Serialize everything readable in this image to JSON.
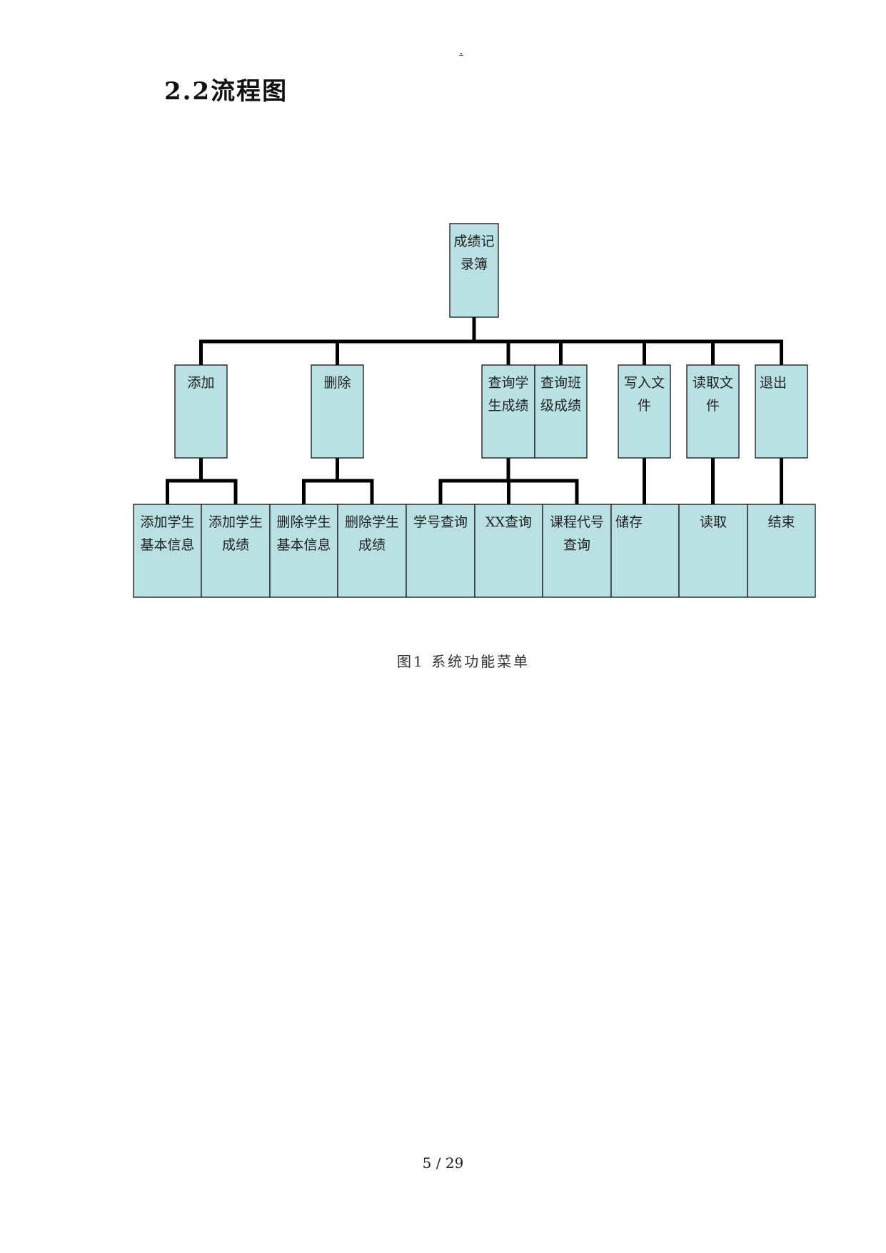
{
  "page": {
    "top_mark": ".",
    "heading": "2.2流程图",
    "caption": "图1 系统功能菜单",
    "page_number": "5 / 29"
  },
  "diagram": {
    "root": {
      "id": "root",
      "lines": [
        "成绩记",
        "录簿"
      ]
    },
    "level1": [
      {
        "id": "add",
        "lines": [
          "添加"
        ]
      },
      {
        "id": "del",
        "lines": [
          "删除"
        ]
      },
      {
        "id": "qstu",
        "lines": [
          "查询学",
          "生成绩"
        ]
      },
      {
        "id": "qcls",
        "lines": [
          "查询班",
          "级成绩"
        ]
      },
      {
        "id": "write",
        "lines": [
          "写入文",
          "件"
        ]
      },
      {
        "id": "read",
        "lines": [
          "读取文",
          "件"
        ]
      },
      {
        "id": "exit",
        "lines": [
          "退出"
        ]
      }
    ],
    "level2": [
      {
        "id": "add1",
        "parent": "add",
        "lines": [
          "添加学生",
          "基本信息"
        ]
      },
      {
        "id": "add2",
        "parent": "add",
        "lines": [
          "添加学生",
          "成绩"
        ]
      },
      {
        "id": "del1",
        "parent": "del",
        "lines": [
          "删除学生",
          "基本信息"
        ]
      },
      {
        "id": "del2",
        "parent": "del",
        "lines": [
          "删除学生",
          "成绩"
        ]
      },
      {
        "id": "q1",
        "parent": "qstu",
        "lines": [
          "学号查询"
        ]
      },
      {
        "id": "q2",
        "parent": "qstu",
        "lines": [
          "XX查询"
        ]
      },
      {
        "id": "q3",
        "parent": "qstu",
        "lines": [
          "课程代号",
          "查询"
        ]
      },
      {
        "id": "save",
        "parent": "write",
        "lines": [
          "储存"
        ]
      },
      {
        "id": "rd",
        "parent": "read",
        "lines": [
          "读取"
        ]
      },
      {
        "id": "end",
        "parent": "exit",
        "lines": [
          "结束"
        ]
      }
    ]
  }
}
